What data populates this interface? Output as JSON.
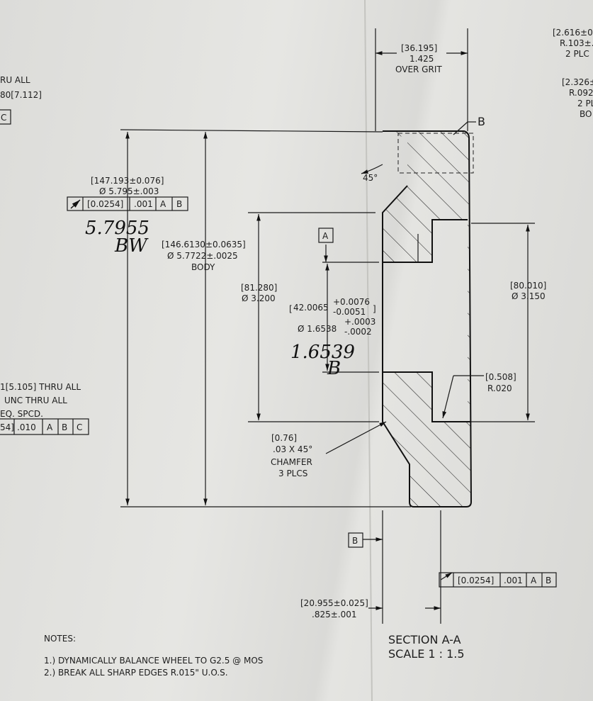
{
  "left_edge_notes": {
    "top_line1": "RU ALL",
    "top_line2": "80[7.112]",
    "top_box": "C",
    "mid_line1": "1[5.105] THRU ALL",
    "mid_line2": "UNC  THRU ALL",
    "mid_line3": "EQ. SPCD.",
    "mid_fcf": [
      "54]",
      ".010",
      "A",
      "B",
      "C"
    ]
  },
  "right_edge_notes": {
    "r1_line1": "[2.616±0.0",
    "r1_line2": "R.103±.0",
    "r1_line3": "2 PLC",
    "r2_line1": "[2.326±",
    "r2_line2": "R.092",
    "r2_line3": "2 PL",
    "r2_line4": "BO"
  },
  "dimensions": {
    "over_grit_mm": "[36.195]",
    "over_grit_in": "1.425",
    "over_grit_label": "OVER GRIT",
    "section_marker": "B",
    "angle": "45°",
    "outer_dia_mm": "[147.193±0.076]",
    "outer_dia_in": "Ø 5.795±.003",
    "outer_fcf": [
      "[0.0254]",
      ".001",
      "A",
      "B"
    ],
    "body_dia_mm": "[146.6130±0.0635]",
    "body_dia_in": "Ø 5.7722±.0025",
    "body_label": "BODY",
    "datum_a": "A",
    "hub_dia_mm": "[81.280]",
    "hub_dia_in": "Ø 3.200",
    "bore_mm": "42.0065",
    "bore_mm_plus": "+0.0076",
    "bore_mm_minus": "-0.0051",
    "bore_in": "Ø 1.6538",
    "bore_in_plus": "+.0003",
    "bore_in_minus": "-.0002",
    "recess_dia_mm": "[80.010]",
    "recess_dia_in": "Ø 3.150",
    "radius_mm": "[0.508]",
    "radius_in": "R.020",
    "chamfer_mm": "[0.76]",
    "chamfer_in": ".03  X 45°",
    "chamfer_label": "CHAMFER",
    "chamfer_count": "3 PLCS",
    "datum_b": "B",
    "face_fcf": [
      "[0.0254]",
      ".001",
      "A",
      "B"
    ],
    "width_mm": "[20.955±0.025]",
    "width_in": ".825±.001"
  },
  "handwritten": {
    "outer_measure": "5.7955",
    "outer_initials": "BW",
    "bore_measure": "1.6539",
    "bore_initials": "B"
  },
  "section_title": {
    "line1": "SECTION A-A",
    "line2": "SCALE 1 : 1.5"
  },
  "notes": {
    "heading": "NOTES:",
    "items": [
      "1.) DYNAMICALLY BALANCE WHEEL TO G2.5 @ MOS",
      "2.) BREAK ALL SHARP EDGES R.015\" U.O.S."
    ]
  }
}
